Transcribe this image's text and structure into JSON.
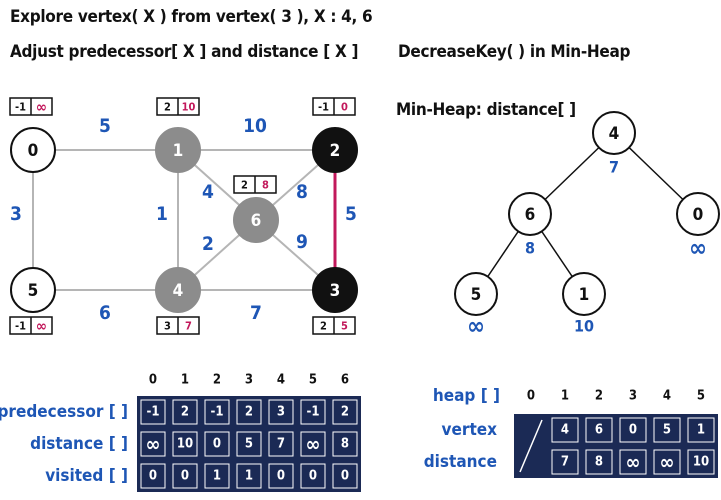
{
  "header": {
    "line1": "Explore vertex( X ) from vertex( 3 ), X : 4, 6",
    "line2": "Adjust predecessor[ X ] and distance [ X ]",
    "heap_title": "DecreaseKey( ) in Min-Heap",
    "heap_subtitle": "Min-Heap: distance[ ]"
  },
  "colors": {
    "black_node": "#111111",
    "gray_node": "#8c8c8c",
    "white_node": "#ffffff",
    "edge": "#b5b5b5",
    "highlight_edge": "#c2185b",
    "weight_text": "#1e56b5",
    "table_bg": "#1b2a55",
    "red_text": "#c2185b"
  },
  "graph": {
    "nodes": [
      {
        "id": "0",
        "color": "white",
        "pred": "-1",
        "dist": "∞"
      },
      {
        "id": "1",
        "color": "gray",
        "pred": "2",
        "dist": "10"
      },
      {
        "id": "2",
        "color": "black",
        "pred": "-1",
        "dist": "0"
      },
      {
        "id": "3",
        "color": "black",
        "pred": "2",
        "dist": "5"
      },
      {
        "id": "4",
        "color": "gray",
        "pred": "3",
        "dist": "7"
      },
      {
        "id": "5",
        "color": "white",
        "pred": "-1",
        "dist": "∞"
      },
      {
        "id": "6",
        "color": "gray",
        "pred": "2",
        "dist": "8"
      }
    ],
    "edges": [
      {
        "from": "0",
        "to": "1",
        "weight": "5",
        "highlight": false
      },
      {
        "from": "1",
        "to": "2",
        "weight": "10",
        "highlight": false
      },
      {
        "from": "0",
        "to": "5",
        "weight": "3",
        "highlight": false
      },
      {
        "from": "1",
        "to": "4",
        "weight": "1",
        "highlight": false
      },
      {
        "from": "1",
        "to": "6",
        "weight": "4",
        "highlight": false
      },
      {
        "from": "2",
        "to": "6",
        "weight": "8",
        "highlight": false
      },
      {
        "from": "2",
        "to": "3",
        "weight": "5",
        "highlight": true
      },
      {
        "from": "4",
        "to": "6",
        "weight": "2",
        "highlight": false
      },
      {
        "from": "6",
        "to": "3",
        "weight": "9",
        "highlight": false
      },
      {
        "from": "5",
        "to": "4",
        "weight": "6",
        "highlight": false
      },
      {
        "from": "4",
        "to": "3",
        "weight": "7",
        "highlight": false
      }
    ]
  },
  "heap_tree": {
    "nodes": [
      {
        "vertex": "4",
        "dist": "7"
      },
      {
        "vertex": "6",
        "dist": "8"
      },
      {
        "vertex": "0",
        "dist": "∞"
      },
      {
        "vertex": "5",
        "dist": "∞"
      },
      {
        "vertex": "1",
        "dist": "10"
      }
    ]
  },
  "arrays_table": {
    "columns": [
      "0",
      "1",
      "2",
      "3",
      "4",
      "5",
      "6"
    ],
    "rows": [
      {
        "label": "predecessor [ ]",
        "values": [
          "-1",
          "2",
          "-1",
          "2",
          "3",
          "-1",
          "2"
        ]
      },
      {
        "label": "distance [ ]",
        "values": [
          "∞",
          "10",
          "0",
          "5",
          "7",
          "∞",
          "8"
        ]
      },
      {
        "label": "visited [ ]",
        "values": [
          "0",
          "0",
          "1",
          "1",
          "0",
          "0",
          "0"
        ]
      }
    ]
  },
  "heap_table": {
    "label": "heap [ ]",
    "columns": [
      "0",
      "1",
      "2",
      "3",
      "4",
      "5"
    ],
    "rows": [
      {
        "label": "vertex",
        "values": [
          "",
          "4",
          "6",
          "0",
          "5",
          "1"
        ]
      },
      {
        "label": "distance",
        "values": [
          "",
          "7",
          "8",
          "∞",
          "∞",
          "10"
        ]
      }
    ]
  }
}
